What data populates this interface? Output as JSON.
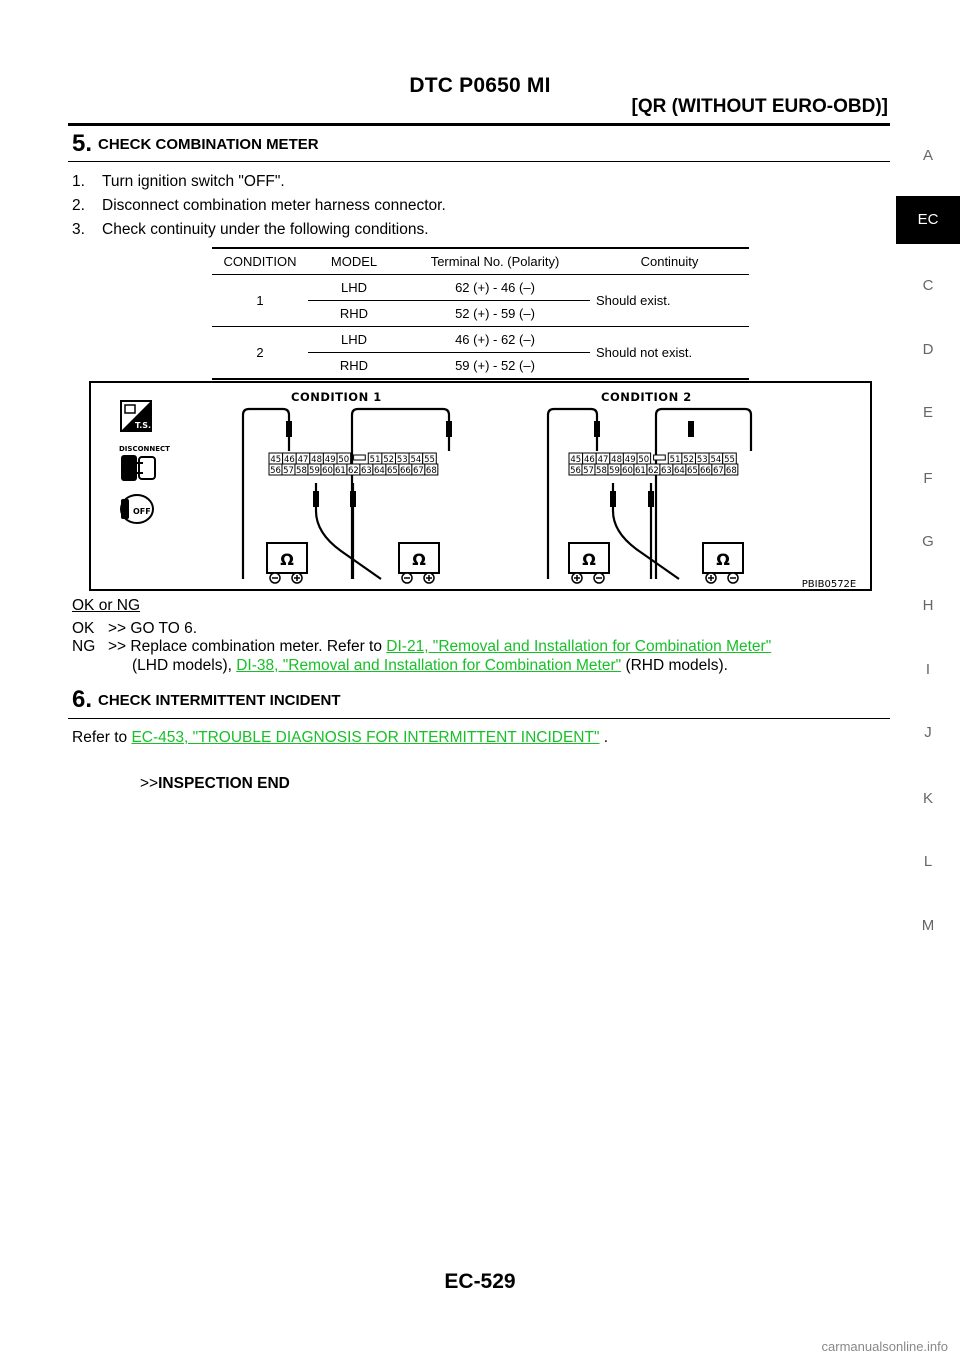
{
  "header": {
    "title": "DTC P0650 MI",
    "subtitle": "[QR (WITHOUT EURO-OBD)]"
  },
  "step5": {
    "number": "5.",
    "title": "CHECK COMBINATION METER",
    "items": [
      {
        "n": "1.",
        "text": "Turn ignition switch \"OFF\"."
      },
      {
        "n": "2.",
        "text": "Disconnect combination meter harness connector."
      },
      {
        "n": "3.",
        "text": "Check continuity under the following conditions."
      }
    ]
  },
  "table": {
    "headers": [
      "CONDITION",
      "MODEL",
      "Terminal No. (Polarity)",
      "Continuity"
    ],
    "groups": [
      {
        "condition": "1",
        "continuity": "Should exist.",
        "rows": [
          {
            "model": "LHD",
            "terminal": "62 (+) - 46 (–)"
          },
          {
            "model": "RHD",
            "terminal": "52 (+) - 59 (–)"
          }
        ]
      },
      {
        "condition": "2",
        "continuity": "Should not exist.",
        "rows": [
          {
            "model": "LHD",
            "terminal": "46 (+) - 62 (–)"
          },
          {
            "model": "RHD",
            "terminal": "59 (+) - 52 (–)"
          }
        ]
      }
    ]
  },
  "figure": {
    "condition1_label": "CONDITION 1",
    "condition2_label": "CONDITION 2",
    "icon_ts": "T.S.",
    "icon_disconnect": "DISCONNECT",
    "icon_off": "OFF",
    "terminals_top": [
      "45",
      "46",
      "47",
      "48",
      "49",
      "50",
      "51",
      "52",
      "53",
      "54",
      "55"
    ],
    "terminals_bottom": [
      "56",
      "57",
      "58",
      "59",
      "60",
      "61",
      "62",
      "63",
      "64",
      "65",
      "66",
      "67",
      "68"
    ],
    "ohm": "Ω",
    "code": "PBIB0572E"
  },
  "results": {
    "title": "OK or NG",
    "ok_label": "OK",
    "ok_text": ">> GO TO 6.",
    "ng_label": "NG",
    "ng_prefix": ">> Replace combination meter. Refer to",
    "ng_link1": "DI-21, \"Removal and Installation for Combination Meter\"",
    "ng_mid": "(LHD models),",
    "ng_link2": "DI-38, \"Removal and Installation for Combination Meter\"",
    "ng_suffix": "(RHD models)."
  },
  "step6": {
    "number": "6.",
    "title": "CHECK INTERMITTENT INCIDENT",
    "refer_prefix": "Refer to",
    "refer_link": "EC-453, \"TROUBLE DIAGNOSIS FOR INTERMITTENT INCIDENT\"",
    "refer_suffix": ".",
    "end_arrow": ">>",
    "end_text": "INSPECTION END"
  },
  "side_tabs": [
    "A",
    "EC",
    "C",
    "D",
    "E",
    "F",
    "G",
    "H",
    "I",
    "J",
    "K",
    "L",
    "M"
  ],
  "active_tab": "EC",
  "page_number": "EC-529",
  "watermark": "carmanualsonline.info"
}
